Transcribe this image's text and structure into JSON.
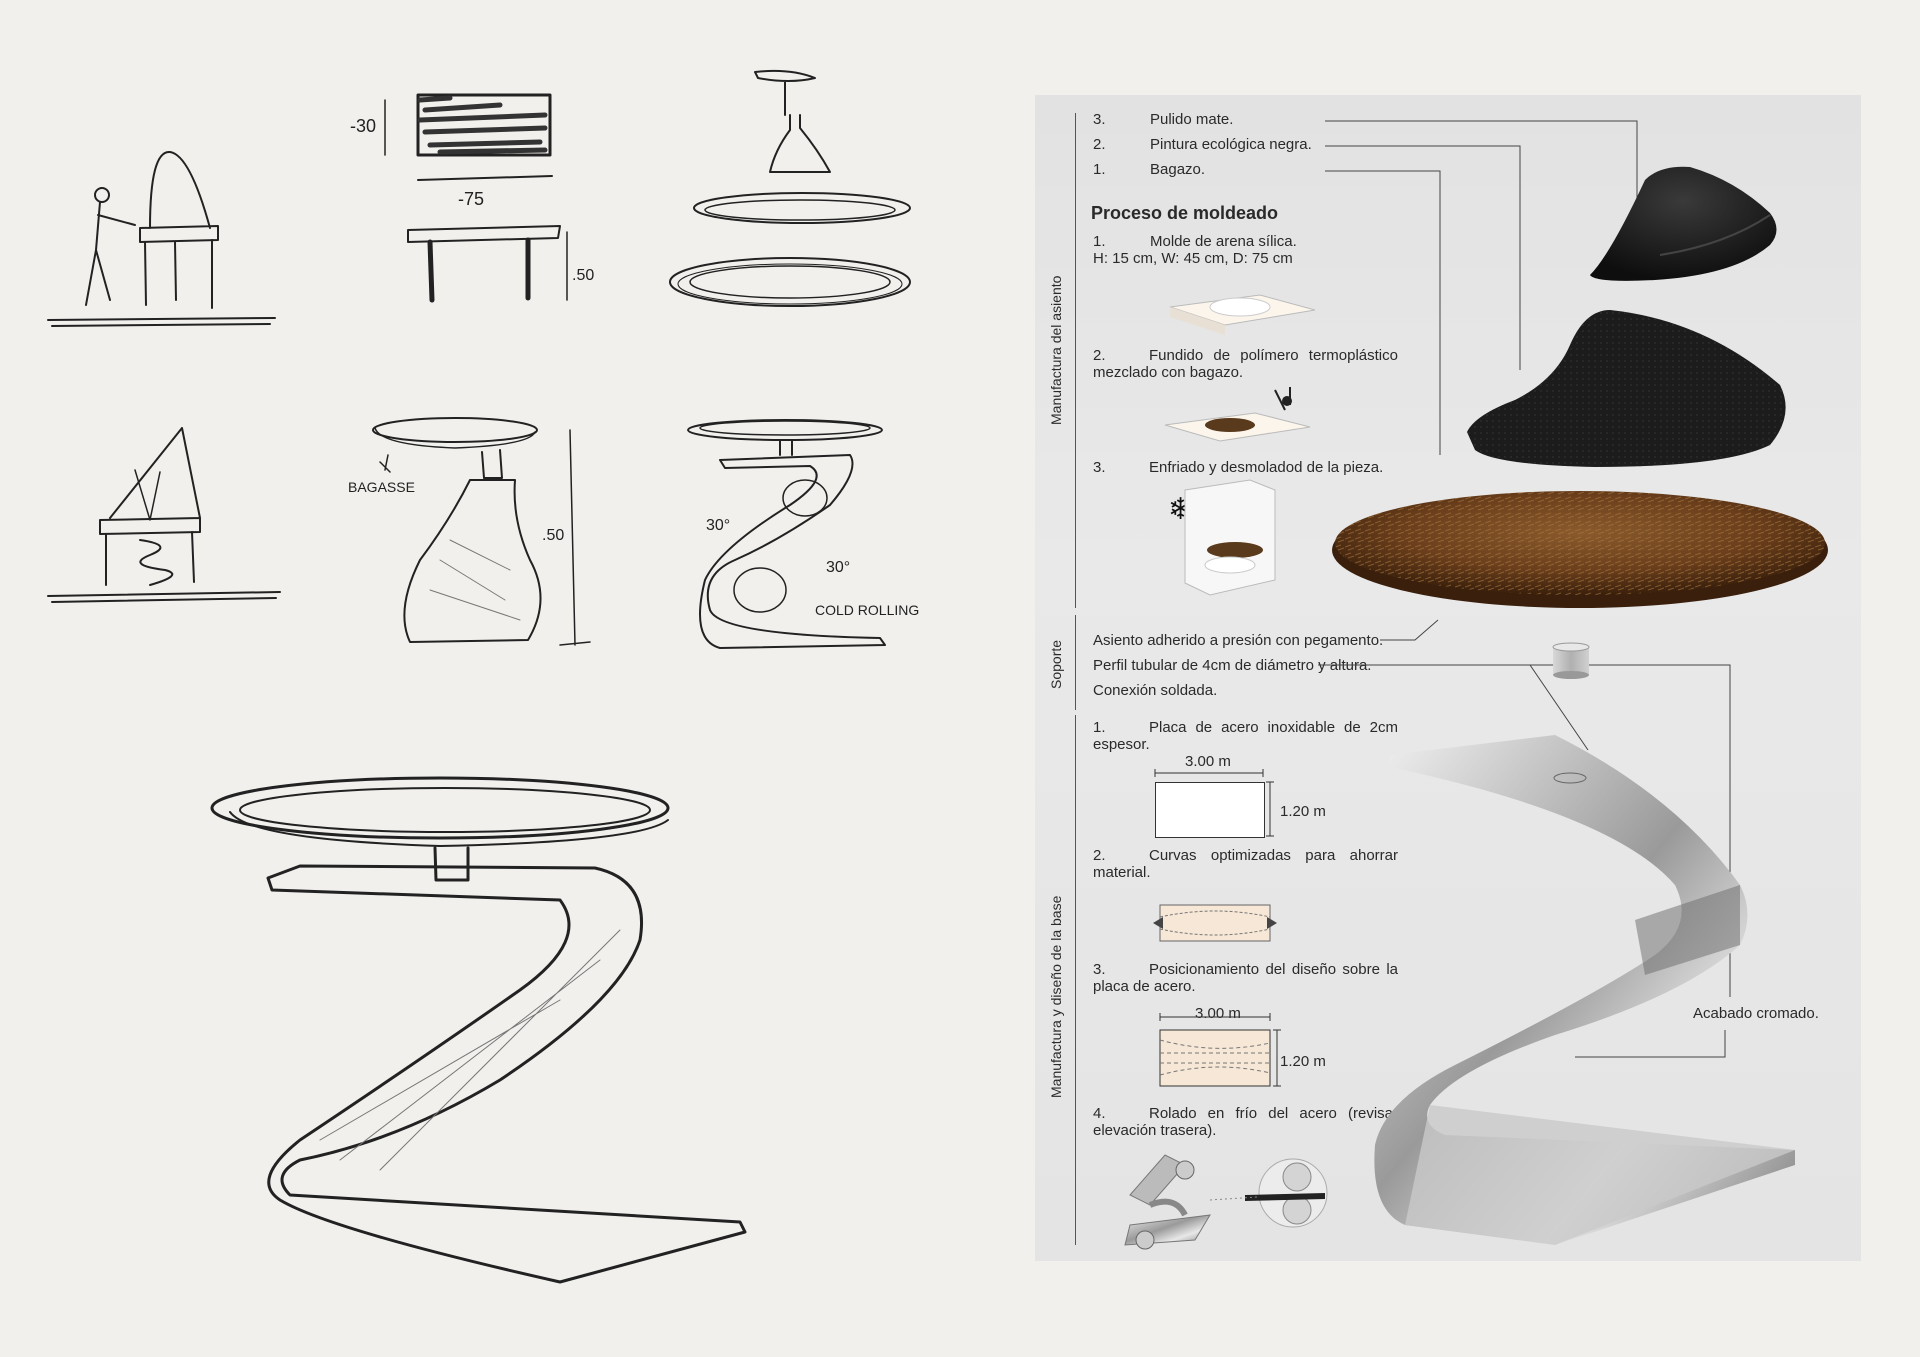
{
  "sketches": {
    "dim_30": "-30",
    "dim_75": "-75",
    "dim_50_top": ".50",
    "bagasse_label": "BAGASSE",
    "dim_50_mid": ".50",
    "angle_a": "30°",
    "angle_b": "30°",
    "cold_rolling": "COLD ROLLING"
  },
  "panel": {
    "layers": {
      "item3_num": "3.",
      "item3": "Pulido mate.",
      "item2_num": "2.",
      "item2": "Pintura ecológica negra.",
      "item1_num": "1.",
      "item1": "Bagazo."
    },
    "section_seat": "Manufactura del asiento",
    "molding_title": "Proceso de moldeado",
    "step1_num": "1.",
    "step1_line1": "Molde de arena sílica.",
    "step1_line2": "H: 15 cm, W: 45 cm, D: 75 cm",
    "step2_num": "2.",
    "step2_text": "Fundido de polímero termoplástico mezclado con bagazo.",
    "step3_num": "3.",
    "step3_text": "Enfriado y desmoladod de la pieza.",
    "section_support": "Soporte",
    "support1": "Asiento adherido a presión con pegamento.",
    "support2": "Perfil tubular de 4cm de diámetro y altura.",
    "support3": "Conexión soldada.",
    "section_base": "Manufactura y diseño de la base",
    "base1_num": "1.",
    "base1_text": "Placa de acero inoxidable de 2cm espesor.",
    "dim_w1": "3.00 m",
    "dim_h1": "1.20 m",
    "base2_num": "2.",
    "base2_text": "Curvas optimizadas para ahorrar material.",
    "base3_num": "3.",
    "base3_text": "Posicionamiento del diseño sobre la placa de acero.",
    "dim_w2": "3.00 m",
    "dim_h2": "1.20 m",
    "base4_num": "4.",
    "base4_text": "Rolado en frío del acero (revisar elevación trasera).",
    "chrome": "Acabado cromado.",
    "snowflake": "❄"
  },
  "colors": {
    "panel_bg": "#e4e4e4",
    "bagasse": "#6b3f1c",
    "black_seat": "#111111",
    "steel": "#b8b8b8"
  }
}
